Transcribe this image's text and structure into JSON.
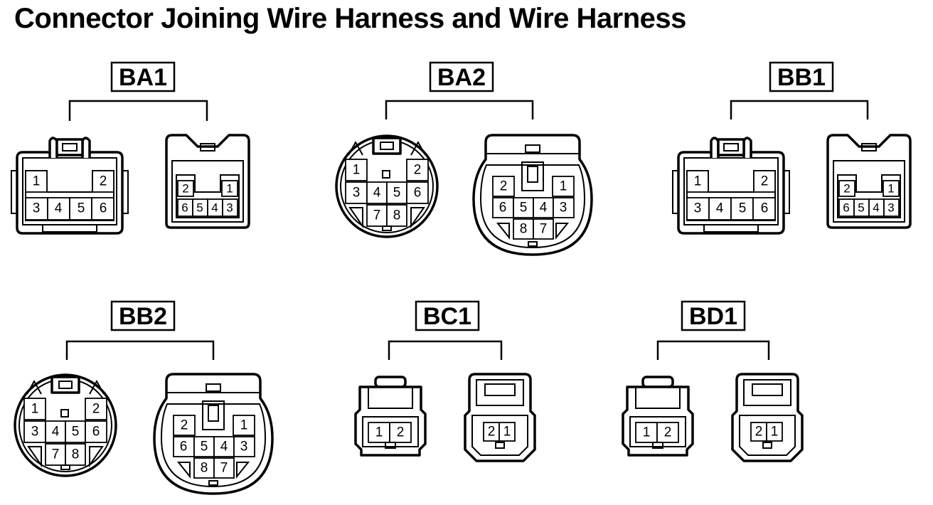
{
  "title": "Connector Joining Wire Harness and Wire Harness",
  "connectors": {
    "ba1": {
      "label": "BA1",
      "male_pins": [
        "1",
        "2",
        "3",
        "4",
        "5",
        "6"
      ],
      "female_pins": [
        "2",
        "1",
        "6",
        "5",
        "4",
        "3"
      ]
    },
    "ba2": {
      "label": "BA2",
      "male_pins": [
        "1",
        "2",
        "3",
        "4",
        "5",
        "6",
        "7",
        "8"
      ],
      "female_pins": [
        "2",
        "1",
        "6",
        "5",
        "4",
        "3",
        "8",
        "7"
      ]
    },
    "bb1": {
      "label": "BB1",
      "male_pins": [
        "1",
        "2",
        "3",
        "4",
        "5",
        "6"
      ],
      "female_pins": [
        "2",
        "1",
        "6",
        "5",
        "4",
        "3"
      ]
    },
    "bb2": {
      "label": "BB2",
      "male_pins": [
        "1",
        "2",
        "3",
        "4",
        "5",
        "6",
        "7",
        "8"
      ],
      "female_pins": [
        "2",
        "1",
        "6",
        "5",
        "4",
        "3",
        "8",
        "7"
      ]
    },
    "bc1": {
      "label": "BC1",
      "male_pins": [
        "1",
        "2"
      ],
      "female_pins": [
        "2",
        "1"
      ]
    },
    "bd1": {
      "label": "BD1",
      "male_pins": [
        "1",
        "2"
      ],
      "female_pins": [
        "2",
        "1"
      ]
    }
  }
}
